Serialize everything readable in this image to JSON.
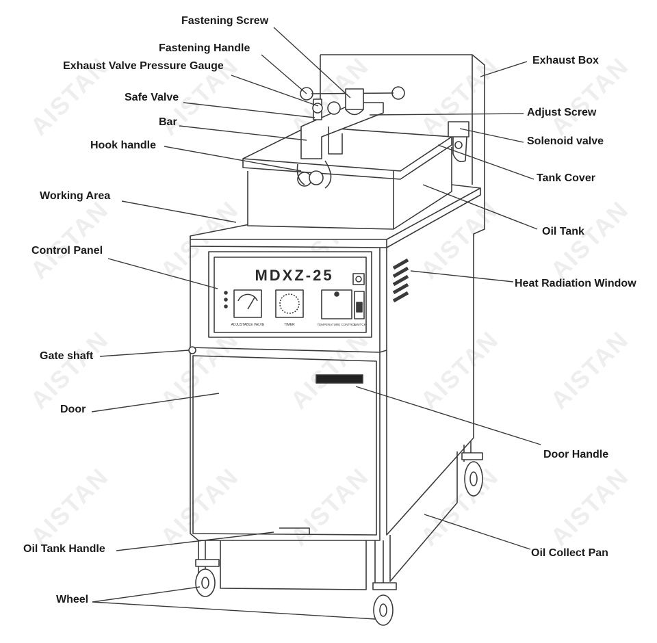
{
  "model": "MDXZ-25",
  "watermark": "AISTAN",
  "panel_captions": {
    "gauge1": "ADJUSTABLE VALVE",
    "gauge2": "TIMER",
    "gauge3": "TEMPERATURE CONTROL",
    "switch": "SWITCH"
  },
  "labels": {
    "fastening_screw": "Fastening Screw",
    "fastening_handle": "Fastening Handle",
    "exhaust_valve_pressure_gauge": "Exhaust Valve Pressure Gauge",
    "safe_valve": "Safe Valve",
    "bar": "Bar",
    "hook_handle": "Hook handle",
    "working_area": "Working Area",
    "control_panel": "Control Panel",
    "gate_shaft": "Gate shaft",
    "door": "Door",
    "oil_tank_handle": "Oil Tank Handle",
    "wheel": "Wheel",
    "exhaust_box": "Exhaust Box",
    "adjust_screw": "Adjust Screw",
    "solenoid_valve": "Solenoid valve",
    "tank_cover": "Tank Cover",
    "oil_tank": "Oil Tank",
    "heat_radiation_window": "Heat Radiation Window",
    "door_handle": "Door Handle",
    "oil_collect_pan": "Oil Collect Pan"
  }
}
